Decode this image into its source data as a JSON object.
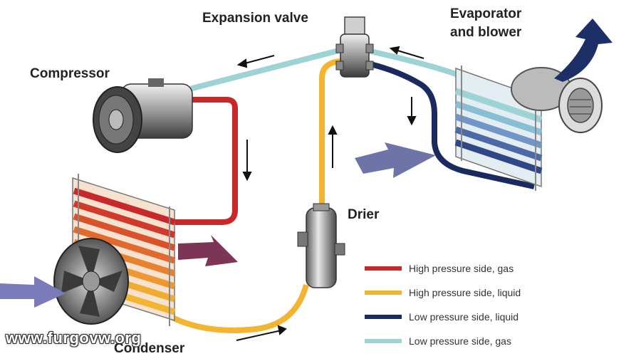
{
  "labels": {
    "expansion_valve": "Expansion valve",
    "evaporator_line1": "Evaporator",
    "evaporator_line2": "and blower",
    "compressor": "Compressor",
    "drier": "Drier",
    "condenser": "Condenser"
  },
  "legend": [
    {
      "label": "High pressure side, gas",
      "color": "#c8282a"
    },
    {
      "label": "High pressure side, liquid",
      "color": "#f2b431"
    },
    {
      "label": "Low pressure side, liquid",
      "color": "#1b2a5e"
    },
    {
      "label": "Low pressure side, gas",
      "color": "#9ed3d6"
    }
  ],
  "watermark": "www.furgovw.org"
}
